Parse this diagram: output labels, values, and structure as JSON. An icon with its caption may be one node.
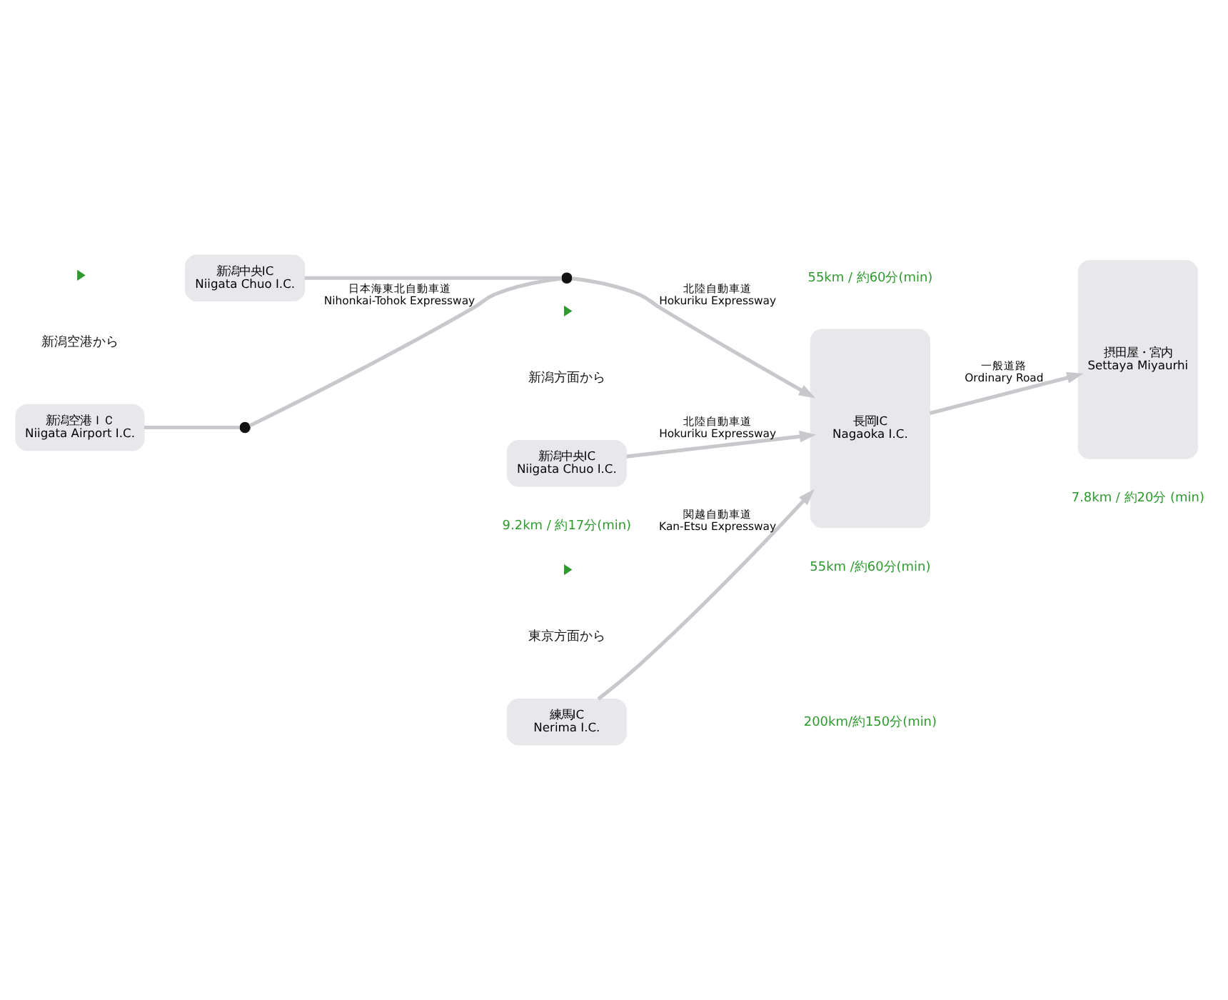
{
  "diagram": {
    "nodes": [
      {
        "text": [
          "練馬IC",
          "Nerima I.C."
        ]
      },
      {
        "text": [
          "新潟中央IC",
          "Niigata Chuo I.C."
        ]
      },
      {
        "text": [
          "新潟空港ＩＣ",
          "Niigata Airport I.C."
        ]
      },
      {
        "text": [
          "新潟中央IC",
          "Niigata Chuo I.C."
        ]
      },
      {
        "text": [
          "長岡IC",
          "Nagaoka I.C."
        ]
      },
      {
        "text": [
          "摂田屋・宮内",
          "Settaya Miyaurhi"
        ]
      },
      {
        "text": [],
        "shape": "circle"
      },
      {
        "text": [],
        "shape": "circle"
      }
    ],
    "edges": [
      {
        "from": 0,
        "to": 4,
        "arrow": "to",
        "label": "関越自動車道 Kan-Etsu Expressway"
      },
      {
        "from": 1,
        "to": 4,
        "arrow": "to",
        "label": "北陸自動車道 Hokuriku Expressway"
      },
      {
        "from": 2,
        "to": 6,
        "arrow": "none"
      },
      {
        "from": 3,
        "to": 7,
        "arrow": "none"
      },
      {
        "from": 6,
        "to": 7,
        "arrow": "none",
        "label": "日本海東北自動車道 Nihonkai-Tohok Expressway"
      },
      {
        "from": 7,
        "to": 4,
        "arrow": "to",
        "label": "北陸自動車道 Hokuriku Expressway"
      },
      {
        "from": 4,
        "to": 5,
        "arrow": "to",
        "label": "一般道路 Ordinary Road"
      }
    ],
    "labels": [
      "東京方面から",
      "200km/約150分(min)",
      "新潟方面から",
      "55km /約60分(min)",
      "新潟空港から",
      "9.2km / 約17分(min)",
      "55km / 約60分(min)",
      "7.8km / 約20分 (min)"
    ]
  }
}
